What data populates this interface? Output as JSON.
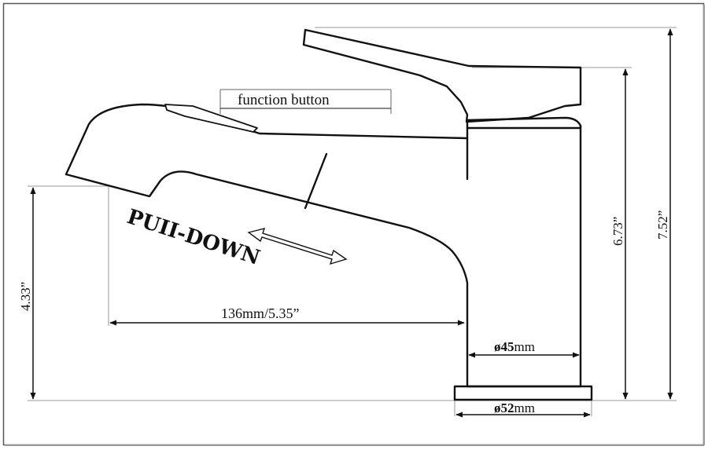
{
  "labels": {
    "function_button": "function button",
    "pull_down": "PUII-DOWN",
    "spout_reach": "136mm/5.35”",
    "body_diameter_symbol": "ø",
    "body_diameter_value": "45",
    "body_diameter_unit": "mm",
    "base_diameter_symbol": "ø",
    "base_diameter_value": "52",
    "base_diameter_unit": "mm",
    "spout_height": "4.33”",
    "body_height": "6.73”",
    "total_height": "7.52”"
  },
  "colors": {
    "line": "#111111",
    "frame": "#555555",
    "leader": "#9a9a9a"
  }
}
